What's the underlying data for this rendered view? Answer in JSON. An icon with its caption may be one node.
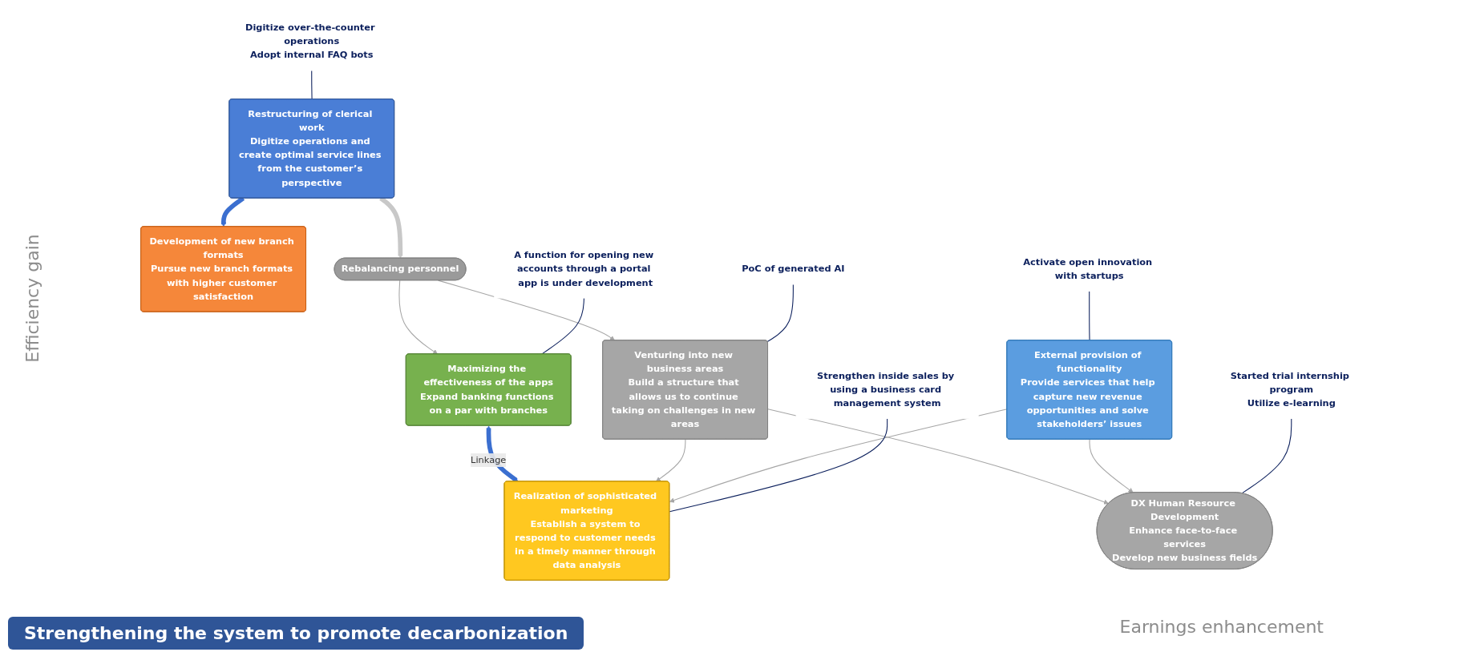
{
  "diagram": {
    "nodes": [
      {
        "text": [
          "Restructuring of clerical work",
          "Digitize operations and create optimal service lines from the customer’s perspective"
        ]
      },
      {
        "text": [
          "Development of new branch formats",
          "Pursue new branch formats with higher customer satisfaction"
        ]
      },
      {
        "text": [
          "DX Human Resource Development",
          "Enhance face-to-face services",
          "Develop new business fields"
        ]
      },
      {
        "text": [
          "Rebalancing personnel"
        ]
      },
      {
        "text": [
          "Maximizing the effectiveness of the apps",
          "Expand banking functions on a par with branches"
        ]
      },
      {
        "text": [
          "Realization of sophisticated marketing",
          "Establish a system to respond to customer needs in a timely manner through data analysis"
        ]
      },
      {
        "text": [
          "Venturing into new business areas",
          "Build a structure that allows us to continue taking on challenges in new areas"
        ]
      },
      {
        "text": [
          "External provision of functionality",
          "Provide services that help capture new revenue opportunities and solve stakeholders’ issues"
        ]
      },
      {
        "text": [
          "Digitize over-the-counter operations",
          "Adopt internal FAQ bots"
        ]
      },
      {
        "text": [
          "Started trial internship program",
          "Utilize e-learning"
        ]
      },
      {
        "text": [
          "A function for opening new accounts through a portal app is under development"
        ]
      },
      {
        "text": [
          "Strengthen inside sales by using a business card management system"
        ]
      },
      {
        "text": [
          "PoC of generated AI"
        ]
      },
      {
        "text": [
          "Activate open innovation with startups"
        ]
      }
    ],
    "edges": [
      {
        "from": 0,
        "to": 1,
        "arrow": "to",
        "style": "thick",
        "color": "#3b6fd0"
      },
      {
        "from": 0,
        "to": 3,
        "arrow": "to",
        "style": "thick",
        "color": "#c8c8c8"
      },
      {
        "from": 3,
        "to": 4,
        "arrow": "to"
      },
      {
        "from": 3,
        "to": 6,
        "arrow": "to"
      },
      {
        "from": 4,
        "to": 5,
        "arrow": "both",
        "label": "Linkage",
        "style": "thick",
        "color": "#3b6fd0"
      },
      {
        "from": 6,
        "to": 2,
        "arrow": "to"
      },
      {
        "from": 6,
        "to": 5,
        "arrow": "to"
      },
      {
        "from": 7,
        "to": 2,
        "arrow": "to"
      },
      {
        "from": 7,
        "to": 5,
        "arrow": "to"
      },
      {
        "from": 8,
        "to": 0,
        "arrow": "none",
        "color": "#0b1f5c"
      },
      {
        "from": 9,
        "to": 2,
        "arrow": "none",
        "color": "#0b1f5c"
      },
      {
        "from": 10,
        "to": 4,
        "arrow": "none",
        "color": "#0b1f5c"
      },
      {
        "from": 11,
        "to": 5,
        "arrow": "none",
        "color": "#0b1f5c"
      },
      {
        "from": 12,
        "to": 6,
        "arrow": "none",
        "color": "#0b1f5c"
      },
      {
        "from": 13,
        "to": 7,
        "arrow": "none",
        "color": "#0b1f5c"
      }
    ],
    "labels": [
      "Efficiency gain",
      "Earnings enhancement",
      "Strengthening the system to promote decarbonization"
    ]
  }
}
